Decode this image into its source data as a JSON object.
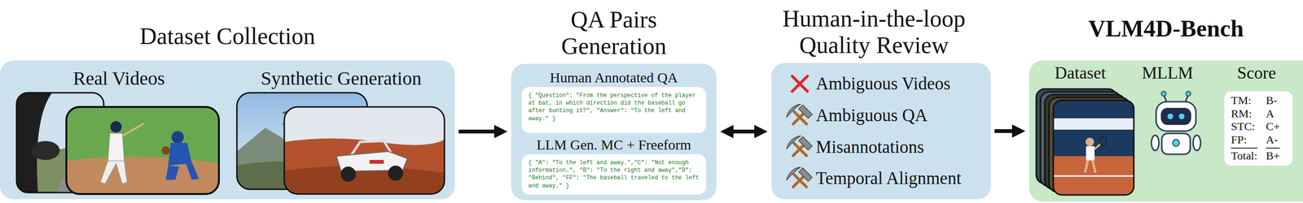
{
  "diagram": {
    "nodes": [
      {
        "text": [
          "Dataset Collection",
          "Real Videos",
          "Synthetic Generation"
        ]
      },
      {
        "text": [
          "QA Pairs Generation"
        ]
      },
      {
        "text": [
          "Human Annotated QA",
          "{ \"Question\": \"From the perspective of the player at bat, in which direction did the baseball go after bunting it?\", \"Answer\": \"To the left and away.\" }"
        ],
        "in": 1
      },
      {
        "text": [
          "LLM Gen. MC + Freeform",
          "{ \"A\": \"To the left and away.\",\"C\": \"Not enough information.\", \"B\": \"To the right and away\",\"D\": \"Behind\", \"FF\": \"The baseball traveled to the left and away.\" }"
        ],
        "in": 1
      },
      {
        "text": [
          "Human-in-the-loop Quality Review",
          "Ambiguous Videos",
          "Ambiguous QA",
          "Misannotations",
          "Temporal Alignment"
        ]
      },
      {
        "text": [
          "VLM4D-Bench",
          "Dataset",
          "MLLM",
          "Score"
        ]
      },
      {
        "text": [
          "TM:",
          "B-",
          "RM:",
          "A",
          "STC:",
          "C+",
          "FP:",
          "A-",
          "Total:",
          "B+"
        ],
        "in": 5
      }
    ],
    "edges": [
      {
        "from": 0,
        "to": 1,
        "arrow": "to"
      },
      {
        "from": 1,
        "to": 4,
        "arrow": "both"
      },
      {
        "from": 4,
        "to": 5,
        "arrow": "to"
      }
    ]
  }
}
